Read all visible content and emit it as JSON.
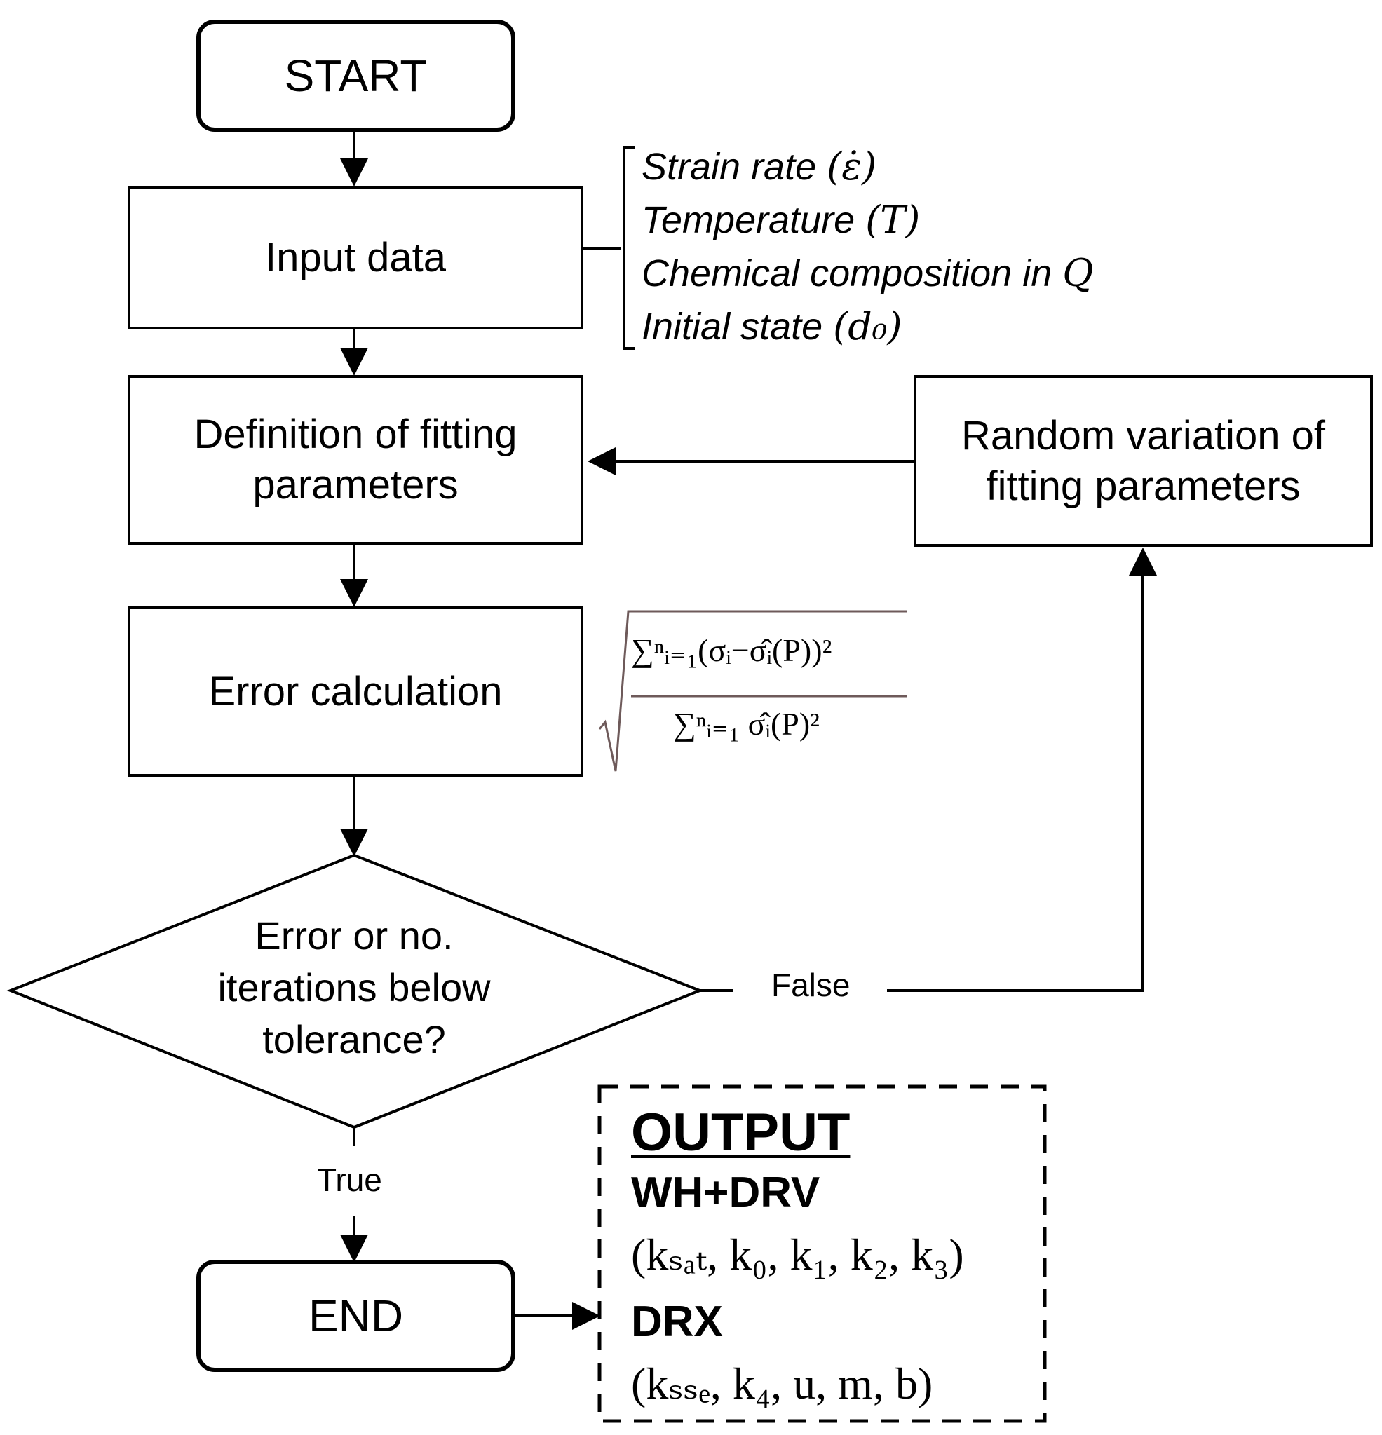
{
  "nodes": {
    "start": "START",
    "input": "Input data",
    "definition": "Definition of fitting\nparameters",
    "error_calc": "Error calculation",
    "decision": "Error or no.\niterations below\ntolerance?",
    "random": "Random  variation of\nfitting parameters",
    "end": "END"
  },
  "edge_labels": {
    "false": "False",
    "true": "True"
  },
  "inputs": [
    {
      "label": "Strain rate",
      "symbol": "(ε̇)"
    },
    {
      "label": "Temperature",
      "symbol": "(T)"
    },
    {
      "label": "Chemical composition in",
      "symbol": "Q"
    },
    {
      "label": "Initial state",
      "symbol": "(d₀)"
    }
  ],
  "formula": {
    "numerator": "∑ⁿᵢ₌₁(σᵢ−σ̂ᵢ(P))²",
    "denominator": "∑ⁿᵢ₌₁ σ̂ᵢ(P)²"
  },
  "output": {
    "title": "OUTPUT",
    "groups": [
      {
        "name": "WH+DRV",
        "params": "(kₛₐₜ, k₀, k₁, k₂, k₃)"
      },
      {
        "name": "DRX",
        "params": "(kₛₛₑ, k₄, u, m, b)"
      }
    ]
  }
}
